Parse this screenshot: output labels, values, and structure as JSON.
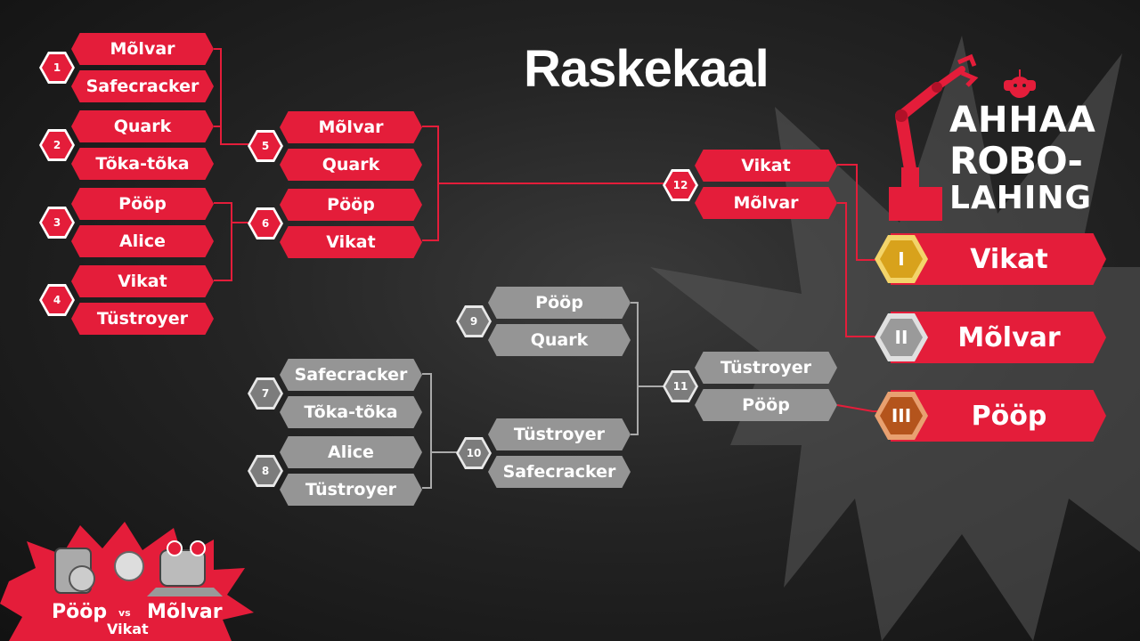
{
  "title": "Raskekaal",
  "logo": {
    "line1": "AHHAA",
    "line2": "ROBO-",
    "line3": "LAHING"
  },
  "winners_bracket": {
    "round1": [
      {
        "match": "1",
        "top": "Mõlvar",
        "bottom": "Safecracker"
      },
      {
        "match": "2",
        "top": "Quark",
        "bottom": "Tõka-tõka"
      },
      {
        "match": "3",
        "top": "Pööp",
        "bottom": "Alice"
      },
      {
        "match": "4",
        "top": "Vikat",
        "bottom": "Tüstroyer"
      }
    ],
    "round2": [
      {
        "match": "5",
        "top": "Mõlvar",
        "bottom": "Quark"
      },
      {
        "match": "6",
        "top": "Pööp",
        "bottom": "Vikat"
      }
    ],
    "final": {
      "match": "12",
      "top": "Vikat",
      "bottom": "Mõlvar"
    }
  },
  "losers_bracket": {
    "round1": [
      {
        "match": "7",
        "top": "Safecracker",
        "bottom": "Tõka-tõka"
      },
      {
        "match": "8",
        "top": "Alice",
        "bottom": "Tüstroyer"
      }
    ],
    "match9": {
      "match": "9",
      "top": "Pööp",
      "bottom": "Quark"
    },
    "match10": {
      "match": "10",
      "top": "Tüstroyer",
      "bottom": "Safecracker"
    },
    "match11": {
      "match": "11",
      "top": "Tüstroyer",
      "bottom": "Pööp"
    }
  },
  "podium": [
    {
      "place": "I",
      "name": "Vikat"
    },
    {
      "place": "II",
      "name": "Mõlvar"
    },
    {
      "place": "III",
      "name": "Pööp"
    }
  ],
  "promo": {
    "left": "Pööp",
    "vs": "vs",
    "right": "Mõlvar",
    "winner": "Vikat"
  },
  "colors": {
    "red": "#e41d3a",
    "grey": "#959595",
    "gold": "#d8a21c",
    "silver": "#9a9a9a",
    "bronze": "#b4541c"
  }
}
